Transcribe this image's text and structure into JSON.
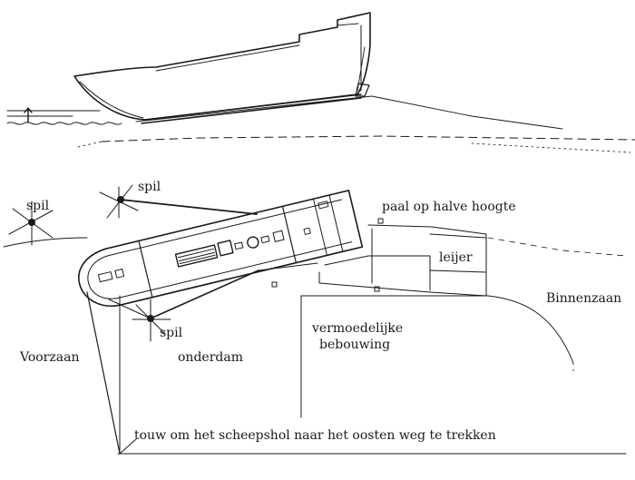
{
  "labels": {
    "spil_1": "spil",
    "spil_2": "spil",
    "spil_3": "spil",
    "paal": "paal op halve hoogte",
    "leijer": "leijer",
    "binnenzaan": "Binnenzaan",
    "voorzaan": "Voorzaan",
    "onderdam": "onderdam",
    "bebouwing_1": "vermoedelijke",
    "bebouwing_2": "bebouwing",
    "touw": "touw om het scheepshol naar het oosten weg te trekken"
  },
  "colors": {
    "ink": "#1a1a1a",
    "paper": "#ffffff"
  }
}
